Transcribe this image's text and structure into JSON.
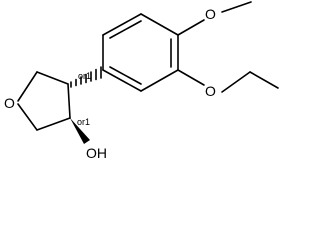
{
  "molecule": {
    "atoms": {
      "ring_oxygen": "O",
      "methoxy_oxygen": "O",
      "ethoxy_oxygen": "O",
      "hydroxyl": "OH"
    },
    "stereo": {
      "upper_center": "or1",
      "lower_center": "or1"
    }
  }
}
